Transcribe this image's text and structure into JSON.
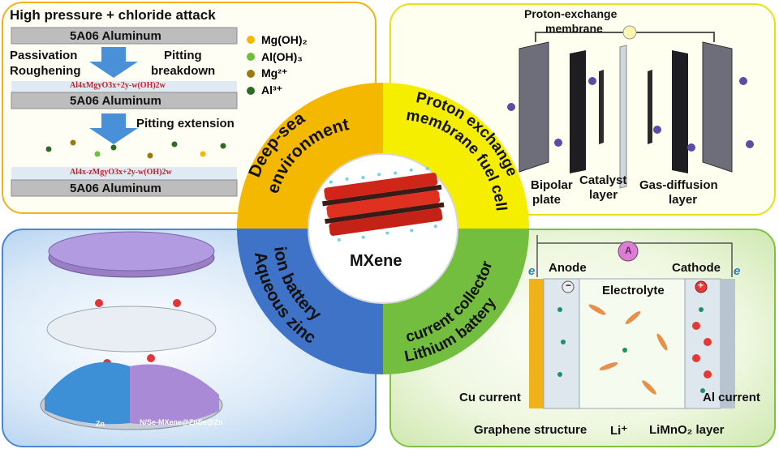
{
  "center": {
    "label": "MXene"
  },
  "quadrants": {
    "top_left": "Deep-sea environment",
    "top_right": "Proton exchange membrane fuel cell",
    "bottom_left": "Aqueous zinc ion battery",
    "bottom_right": "Lithium battery current collector"
  },
  "deep_sea": {
    "heading": "High pressure + chloride attack",
    "aluminum": "5A06 Aluminum",
    "passivation": "Passivation",
    "roughening": "Roughening",
    "pitting": "Pitting",
    "breakdown": "breakdown",
    "pitting_extension": "Pitting extension",
    "formula_top": "Al4xMgyO3x+2y-w(OH)2w",
    "formula_bottom": "Al4x-zMgyO3x+2y-w(OH)2w",
    "legend": [
      {
        "label": "Mg(OH)₂",
        "color": "#f5b800"
      },
      {
        "label": "Al(OH)₃",
        "color": "#6cbf3a"
      },
      {
        "label": "Mg²⁺",
        "color": "#9a7a10"
      },
      {
        "label": "Al³⁺",
        "color": "#2e6b25"
      }
    ]
  },
  "fuel_cell": {
    "membrane_line1": "Proton-exchange",
    "membrane_line2": "membrane",
    "bipolar_line1": "Bipolar",
    "bipolar_line2": "plate",
    "catalyst_line1": "Catalyst",
    "catalyst_line2": "layer",
    "gas_line1": "Gas-diffusion",
    "gas_line2": "layer"
  },
  "zinc_battery": {
    "zn_label": "Zn",
    "composite_label": "N/Se-MXene@ZnSe@Zn"
  },
  "lithium_battery": {
    "ammeter": "A",
    "anode": "Anode",
    "cathode": "Cathode",
    "electrolyte": "Electrolyte",
    "e_left": "e",
    "e_right": "e",
    "minus": "−",
    "plus": "+",
    "cu_current": "Cu current",
    "al_current": "Al current",
    "graphene": "Graphene structure",
    "li": "Li⁺",
    "limno2": "LiMnO₂ layer"
  },
  "colors": {
    "top_left": "#f5b800",
    "top_right": "#f6ee00",
    "bottom_left": "#3f73c8",
    "bottom_right": "#73bd3f"
  }
}
